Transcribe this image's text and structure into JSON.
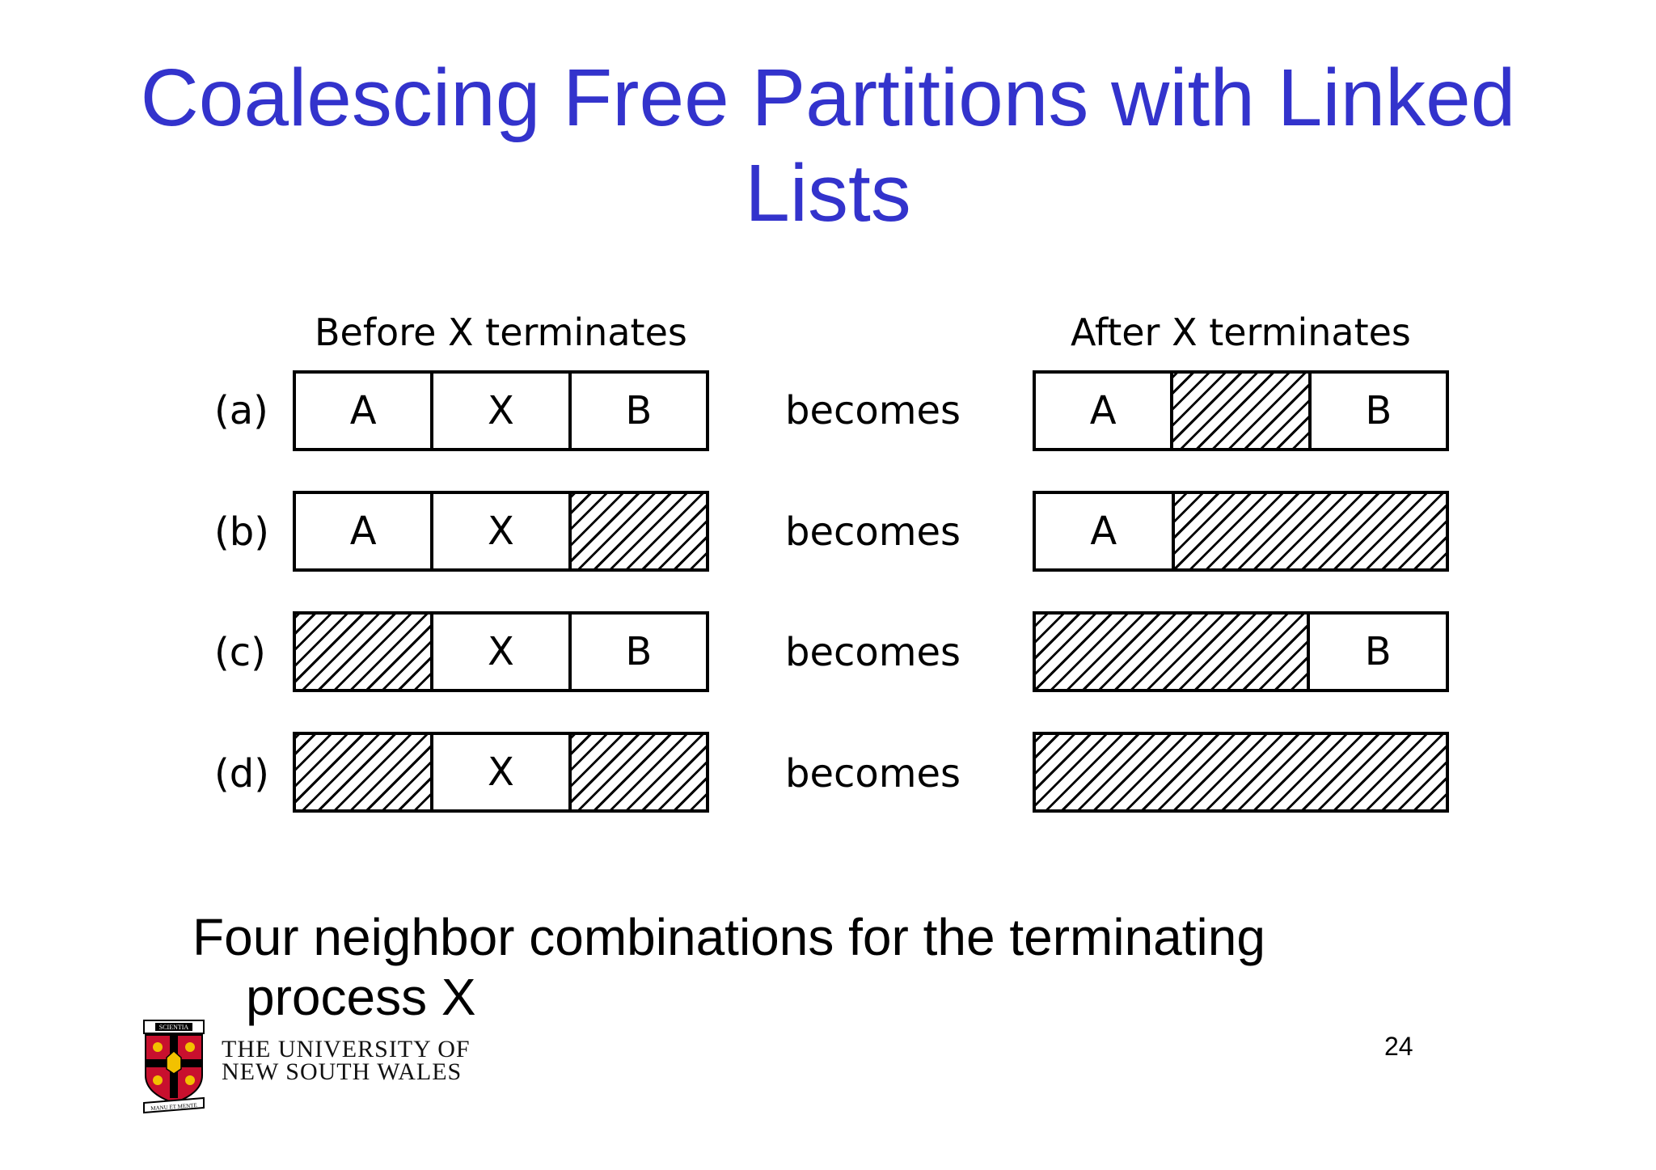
{
  "title": {
    "line1": "Coalescing Free Partitions with Linked",
    "line2": "Lists"
  },
  "diagram": {
    "before_header": "Before X terminates",
    "after_header": "After X terminates",
    "connector_label": "becomes",
    "rows": [
      {
        "label": "(a)",
        "before": [
          {
            "text": "A",
            "free": false
          },
          {
            "text": "X",
            "free": false
          },
          {
            "text": "B",
            "free": false
          }
        ],
        "after": [
          {
            "text": "A",
            "free": false
          },
          {
            "text": "",
            "free": true
          },
          {
            "text": "B",
            "free": false
          }
        ]
      },
      {
        "label": "(b)",
        "before": [
          {
            "text": "A",
            "free": false
          },
          {
            "text": "X",
            "free": false
          },
          {
            "text": "",
            "free": true
          }
        ],
        "after": [
          {
            "text": "A",
            "free": false
          },
          {
            "text": "",
            "free": true
          },
          {
            "text": "",
            "free": true
          }
        ]
      },
      {
        "label": "(c)",
        "before": [
          {
            "text": "",
            "free": true
          },
          {
            "text": "X",
            "free": false
          },
          {
            "text": "B",
            "free": false
          }
        ],
        "after": [
          {
            "text": "",
            "free": true
          },
          {
            "text": "",
            "free": true
          },
          {
            "text": "B",
            "free": false
          }
        ]
      },
      {
        "label": "(d)",
        "before": [
          {
            "text": "",
            "free": true
          },
          {
            "text": "X",
            "free": false
          },
          {
            "text": "",
            "free": true
          }
        ],
        "after": [
          {
            "text": "",
            "free": true
          },
          {
            "text": "",
            "free": true
          },
          {
            "text": "",
            "free": true
          }
        ]
      }
    ]
  },
  "caption": {
    "line1": "Four neighbor combinations for the terminating",
    "line2": "process X"
  },
  "page_number": "24",
  "logo": {
    "line1": "THE UNIVERSITY OF",
    "line2": "NEW SOUTH WALES",
    "crest_banner": "SCIENTIA",
    "crest_motto": "MANU ET MENTE",
    "colors": {
      "red": "#c8102e",
      "gold": "#f2c100",
      "black": "#000000"
    }
  },
  "colors": {
    "title": "#3333cc",
    "text": "#000000",
    "background": "#ffffff"
  }
}
